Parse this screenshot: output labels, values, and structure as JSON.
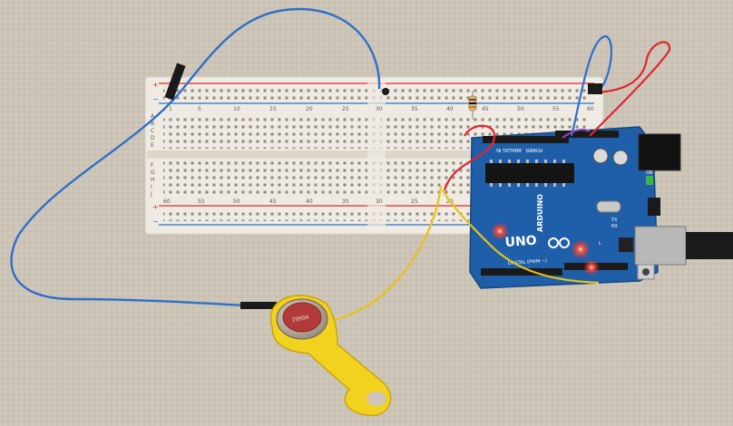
{
  "breadboard": {
    "column_numbers_top": [
      "1",
      "5",
      "10",
      "15",
      "20",
      "25",
      "30",
      "35",
      "40",
      "45",
      "50",
      "55",
      "60"
    ],
    "column_numbers_bottom": [
      "60",
      "55",
      "50",
      "45",
      "40",
      "35",
      "30",
      "25",
      "20"
    ],
    "row_letters_top": [
      "A",
      "B",
      "C",
      "D",
      "E"
    ],
    "row_letters_bottom": [
      "F",
      "G",
      "H",
      "I",
      "J"
    ],
    "rail_plus": "+",
    "rail_minus": "−"
  },
  "arduino": {
    "brand": "ARDUINO",
    "model": "UNO",
    "power_label": "POWER",
    "analog_label": "ANALOG IN",
    "digital_label": "DIGITAL (PWM ~)",
    "tx_label": "TX",
    "rx_label": "RX",
    "led_label": "L",
    "on_label": "ON"
  },
  "ibutton": {
    "label": "1990A"
  },
  "colors": {
    "background": "#cdc5b8",
    "breadboard": "#efebe3",
    "board": "#1f5ea8",
    "wire_blue": "#2f6fc9",
    "wire_red": "#e0272e",
    "wire_yellow": "#e8c11a",
    "key_fob": "#f1d21f",
    "led": "#ff2a1a"
  }
}
